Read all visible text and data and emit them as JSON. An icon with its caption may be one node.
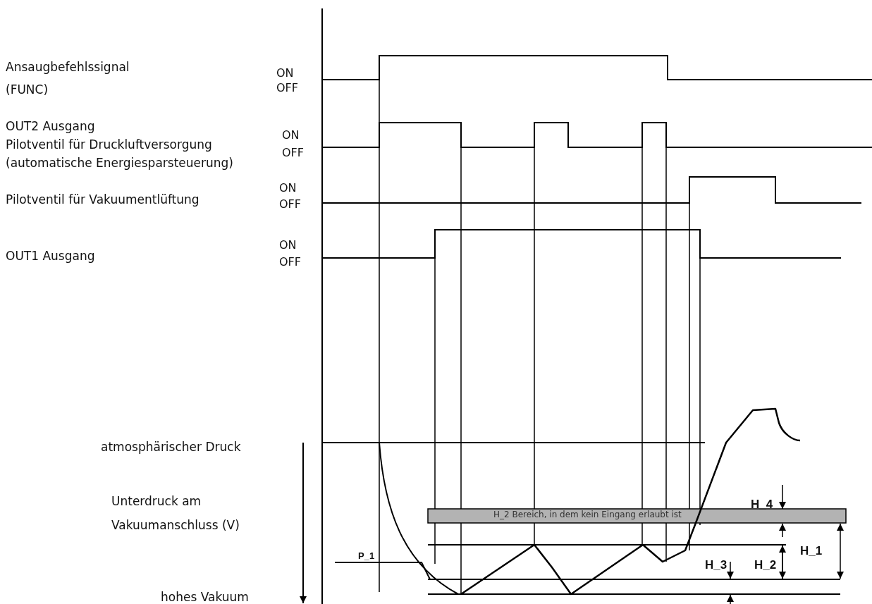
{
  "diagram": {
    "labels": [
      "Ansaugbefehlssignal",
      "(FUNC)",
      "ON",
      "OFF",
      "OUT2 Ausgang",
      "Pilotventil für Druckluftversorgung",
      "(automatische Energiesparsteuerung)",
      "ON",
      "OFF",
      "Pilotventil für Vakuumentlüftung",
      "ON",
      "OFF",
      "OUT1 Ausgang",
      "ON",
      "OFF",
      "atmosphärischer Druck",
      "H_4",
      "H_2 Bereich, in dem kein Eingang erlaubt ist",
      "Unterdruck am",
      "Vakuumanschluss  (V)",
      "H_1",
      "P_1",
      "H_3",
      "H_2",
      "hohes Vakuum"
    ]
  }
}
